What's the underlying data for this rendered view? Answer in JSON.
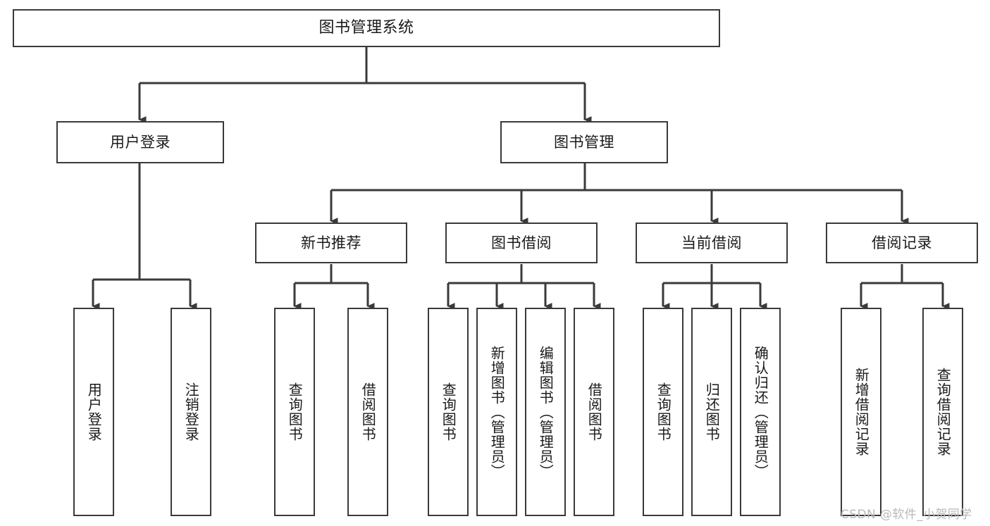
{
  "diagram": {
    "title": "图书管理系统",
    "watermark": "CSDN @软件_小贺同学",
    "stroke_color": "#3a3a3a",
    "text_color": "#1a1a1a",
    "background": "#ffffff",
    "watermark_color": "#b9b9b9"
  },
  "nodes": {
    "root": {
      "label": "图书管理系统",
      "level": 1,
      "orientation": "horizontal"
    },
    "user_login": {
      "label": "用户登录",
      "level": 2,
      "orientation": "horizontal"
    },
    "book_manage": {
      "label": "图书管理",
      "level": 2,
      "orientation": "horizontal"
    },
    "new_book_rec": {
      "label": "新书推荐",
      "level": 3,
      "orientation": "horizontal"
    },
    "book_borrow": {
      "label": "图书借阅",
      "level": 3,
      "orientation": "horizontal"
    },
    "current_borrow": {
      "label": "当前借阅",
      "level": 3,
      "orientation": "horizontal"
    },
    "borrow_record": {
      "label": "借阅记录",
      "level": 3,
      "orientation": "horizontal"
    },
    "leaf_user_login": {
      "label": "用户登录",
      "level": 4,
      "orientation": "vertical"
    },
    "leaf_logout": {
      "label": "注销登录",
      "level": 4,
      "orientation": "vertical"
    },
    "leaf_query_book_a": {
      "label": "查询图书",
      "level": 4,
      "orientation": "vertical"
    },
    "leaf_borrow_book_a": {
      "label": "借阅图书",
      "level": 4,
      "orientation": "vertical"
    },
    "leaf_query_book_b": {
      "label": "查询图书",
      "level": 4,
      "orientation": "vertical"
    },
    "leaf_add_book": {
      "label": "新增图书（管理员）",
      "level": 4,
      "orientation": "vertical"
    },
    "leaf_edit_book": {
      "label": "编辑图书（管理员）",
      "level": 4,
      "orientation": "vertical"
    },
    "leaf_borrow_book_b": {
      "label": "借阅图书",
      "level": 4,
      "orientation": "vertical"
    },
    "leaf_query_book_c": {
      "label": "查询图书",
      "level": 4,
      "orientation": "vertical"
    },
    "leaf_return_book": {
      "label": "归还图书",
      "level": 4,
      "orientation": "vertical"
    },
    "leaf_confirm_return": {
      "label": "确认归还（管理员）",
      "level": 4,
      "orientation": "vertical"
    },
    "leaf_add_record": {
      "label": "新增借阅记录",
      "level": 4,
      "orientation": "vertical"
    },
    "leaf_query_record": {
      "label": "查询借阅记录",
      "level": 4,
      "orientation": "vertical"
    }
  },
  "tree": {
    "type": "hierarchy",
    "edges": [
      {
        "from": "root",
        "to": "user_login"
      },
      {
        "from": "root",
        "to": "book_manage"
      },
      {
        "from": "user_login",
        "to": "leaf_user_login"
      },
      {
        "from": "user_login",
        "to": "leaf_logout"
      },
      {
        "from": "book_manage",
        "to": "new_book_rec"
      },
      {
        "from": "book_manage",
        "to": "book_borrow"
      },
      {
        "from": "book_manage",
        "to": "current_borrow"
      },
      {
        "from": "book_manage",
        "to": "borrow_record"
      },
      {
        "from": "new_book_rec",
        "to": "leaf_query_book_a"
      },
      {
        "from": "new_book_rec",
        "to": "leaf_borrow_book_a"
      },
      {
        "from": "book_borrow",
        "to": "leaf_query_book_b"
      },
      {
        "from": "book_borrow",
        "to": "leaf_add_book"
      },
      {
        "from": "book_borrow",
        "to": "leaf_edit_book"
      },
      {
        "from": "book_borrow",
        "to": "leaf_borrow_book_b"
      },
      {
        "from": "current_borrow",
        "to": "leaf_query_book_c"
      },
      {
        "from": "current_borrow",
        "to": "leaf_return_book"
      },
      {
        "from": "current_borrow",
        "to": "leaf_confirm_return"
      },
      {
        "from": "borrow_record",
        "to": "leaf_add_record"
      },
      {
        "from": "borrow_record",
        "to": "leaf_query_record"
      }
    ]
  }
}
